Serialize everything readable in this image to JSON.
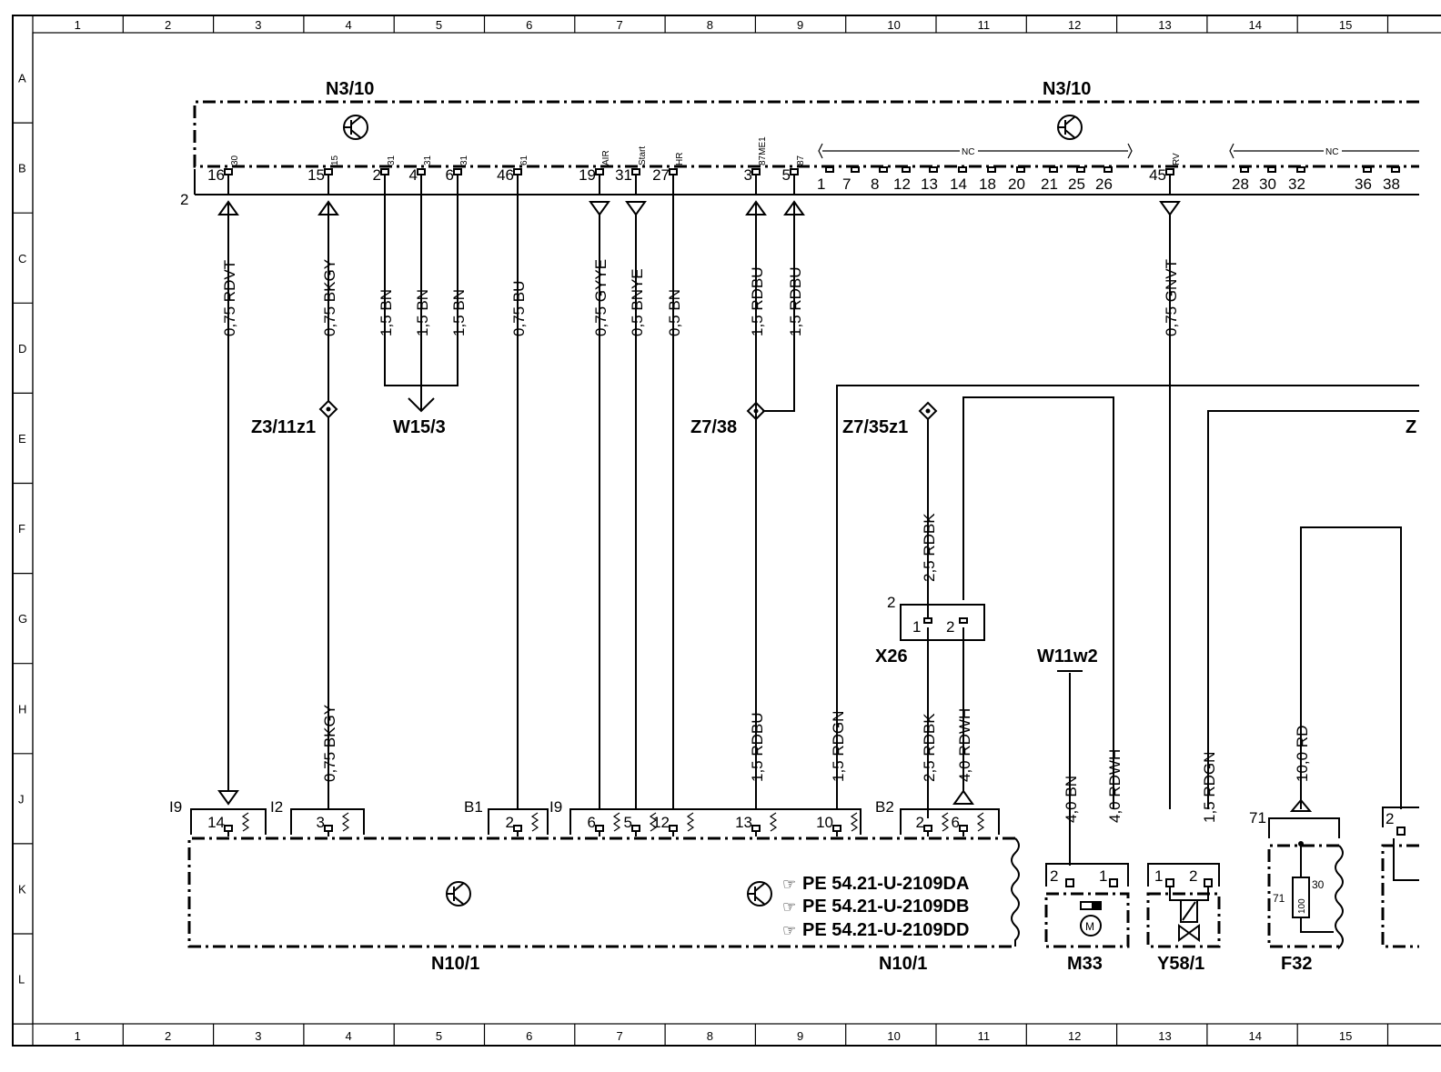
{
  "grid": {
    "columns": [
      "1",
      "2",
      "3",
      "4",
      "5",
      "6",
      "7",
      "8",
      "9",
      "10",
      "11",
      "12",
      "13",
      "14",
      "15"
    ],
    "rows": [
      "A",
      "B",
      "C",
      "D",
      "E",
      "F",
      "G",
      "H",
      "J",
      "K",
      "L"
    ]
  },
  "components": {
    "n3_10_left": "N3/10",
    "n3_10_right": "N3/10",
    "z3_11z1": "Z3/11z1",
    "w15_3": "W15/3",
    "z7_38": "Z7/38",
    "z7_35z1": "Z7/35z1",
    "x26": "X26",
    "w11w2": "W11w2",
    "n10_1_left": "N10/1",
    "n10_1_right": "N10/1",
    "m33": "M33",
    "y58_1": "Y58/1",
    "f32": "F32",
    "e_cut": "Z"
  },
  "connector_label": "2",
  "n3_terminals": [
    {
      "pin": "16",
      "term": "30"
    },
    {
      "pin": "15",
      "term": "15"
    },
    {
      "pin": "2",
      "term": "31"
    },
    {
      "pin": "4",
      "term": "31"
    },
    {
      "pin": "6",
      "term": "31"
    },
    {
      "pin": "46",
      "term": "61"
    },
    {
      "pin": "19",
      "term": "AIR"
    },
    {
      "pin": "31",
      "term": "Start"
    },
    {
      "pin": "27",
      "term": "HR"
    },
    {
      "pin": "3",
      "term": "87ME1"
    },
    {
      "pin": "5",
      "term": "87"
    },
    {
      "pin": "45",
      "term": "RV"
    }
  ],
  "nc_pins_1": [
    "1",
    "7",
    "8",
    "12",
    "13",
    "14",
    "18",
    "20",
    "21",
    "25",
    "26"
  ],
  "nc_pins_2": [
    "28",
    "30",
    "32",
    "36",
    "38"
  ],
  "nc_label": "NC",
  "wires_upper": [
    "0,75 RDVT",
    "0,75 BKGY",
    "1,5 BN",
    "1,5 BN",
    "1,5 BN",
    "0,75 BU",
    "0,75 GYYE",
    "0,5 BNYE",
    "0,5 BN",
    "1,5 RDBU",
    "1,5 RDBU",
    "0,75 GNVT"
  ],
  "wires_lower": {
    "bkgy": "0,75 BKGY",
    "rdbu": "1,5 RDBU",
    "rdgn": "1,5 RDGN",
    "rdbk_up": "2,5 RDBK",
    "rdbk_low": "2,5 RDBK",
    "rdwh": "4,0 RDWH",
    "bn_m33": "4,0 BN",
    "rdwh_m33": "4,0 RDWH",
    "rdgn_y58": "1,5 RDGN",
    "rd_f32": "10,0 RD"
  },
  "n10_connectors": [
    {
      "name": "I9",
      "pins": [
        "14"
      ]
    },
    {
      "name": "I2",
      "pins": [
        "3"
      ]
    },
    {
      "name": "B1",
      "pins": [
        "2"
      ]
    },
    {
      "name": "I9",
      "pins": [
        "6",
        "5",
        "12",
        "13",
        "10"
      ]
    },
    {
      "name": "B2",
      "pins": [
        "2",
        "6"
      ]
    }
  ],
  "x26": {
    "conn": "2",
    "pins": [
      "1",
      "2"
    ]
  },
  "m33_pins": [
    "2",
    "1"
  ],
  "y58_pins": [
    "1",
    "2"
  ],
  "f32": {
    "conn": "71",
    "pin_a": "71",
    "pin_b": "30",
    "fuse": "100"
  },
  "cut_pin": "2",
  "references": [
    "PE  54.21-U-2109DA",
    "PE  54.21-U-2109DB",
    "PE  54.21-U-2109DD"
  ],
  "colors": {
    "line": "#000000",
    "background": "#ffffff"
  }
}
